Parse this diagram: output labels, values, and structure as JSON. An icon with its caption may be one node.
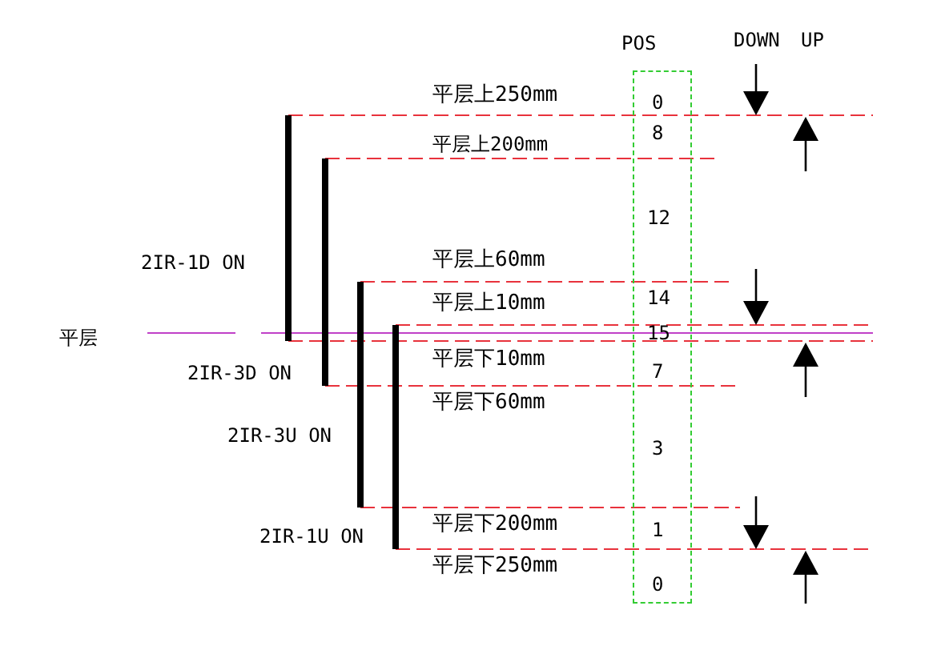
{
  "diagram": {
    "nodes": [
      {
        "text": [
          "POS",
          "0",
          "8",
          "12",
          "14",
          "15",
          "7",
          "3",
          "1",
          "0"
        ]
      }
    ],
    "edges": [],
    "labels": [
      "DOWN",
      "UP",
      "平层上250mm",
      "平层上200mm",
      "平层上60mm",
      "2IR-1D ON",
      "平层上10mm",
      "平层",
      "平层下10mm",
      "2IR-3D ON",
      "平层下60mm",
      "2IR-3U ON",
      "平层下200mm",
      "2IR-1U ON",
      "平层下250mm"
    ]
  }
}
